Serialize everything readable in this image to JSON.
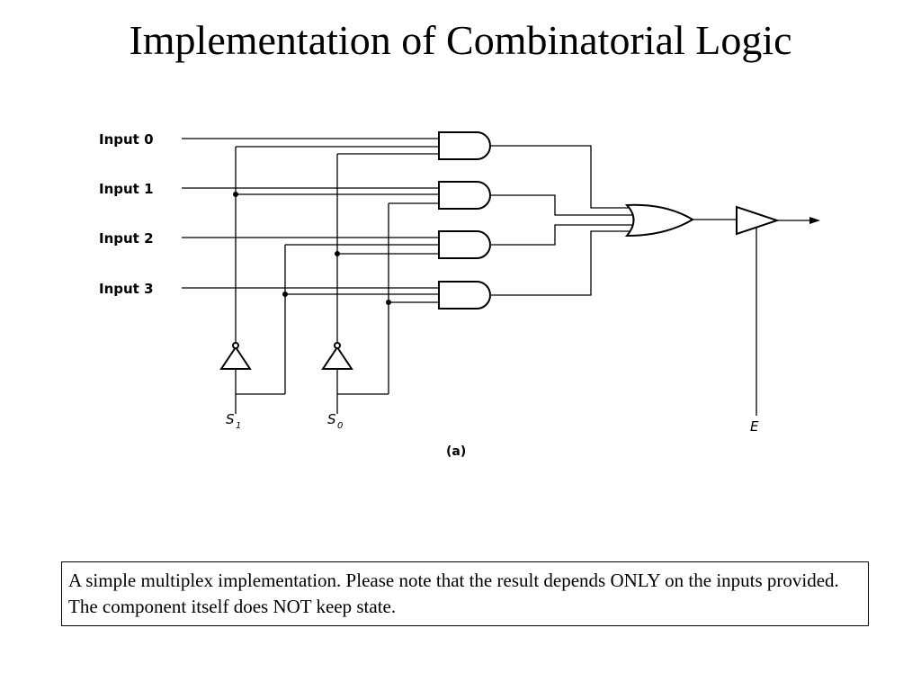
{
  "title": "Implementation of Combinatorial Logic",
  "diagram": {
    "inputs": [
      "Input 0",
      "Input 1",
      "Input 2",
      "Input 3"
    ],
    "select_labels": [
      "S",
      "1",
      "S",
      "0"
    ],
    "enable_label": "E",
    "figure_label": "(a)"
  },
  "caption": "A simple multiplex implementation. Please note that the result depends ONLY on the inputs provided. The component itself does NOT keep state."
}
